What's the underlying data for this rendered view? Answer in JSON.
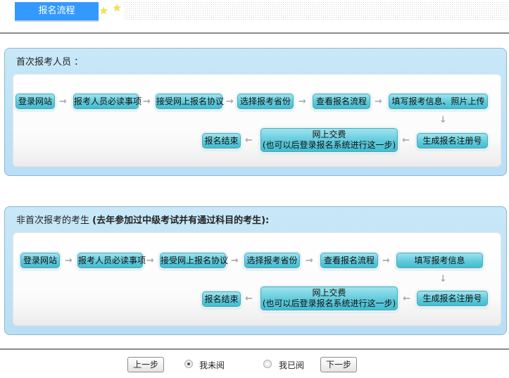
{
  "header": {
    "title": "报名流程",
    "star_icons": [
      "star-icon",
      "star-icon"
    ]
  },
  "section1": {
    "title": "首次报考人员 ：",
    "steps": [
      "登录网站",
      "报考人员必读事项",
      "接受网上报名协议",
      "选择报考省份",
      "查看报名流程",
      "填写报考信息、照片上传",
      "生成报名注册号",
      "网上交费",
      "报名结束"
    ],
    "payment_note": "(也可以后登录报名系统进行这一步)"
  },
  "section2": {
    "title": "非首次报考的考生",
    "subtitle": "(去年参加过中级考试并有通过科目的考生):",
    "steps": [
      "登录网站",
      "报考人员必读事项",
      "接受网上报名协议",
      "选择报考省份",
      "查看报名流程",
      "填写报考信息",
      "生成报名注册号",
      "网上交费",
      "报名结束"
    ],
    "payment_note": "(也可以后登录报名系统进行这一步)"
  },
  "footer": {
    "prev_label": "上一步",
    "next_label": "下一步",
    "radio_unread_label": "我未阅",
    "radio_read_label": "我已阅",
    "selected": "我未阅"
  },
  "arrows": {
    "right": "→",
    "left": "←",
    "down": "↓"
  },
  "colors": {
    "title_tab": "#3399ff",
    "panel_bg": "#c8e8f9",
    "step_bg": "#5fcadc",
    "arrow": "#a9a9a9"
  }
}
